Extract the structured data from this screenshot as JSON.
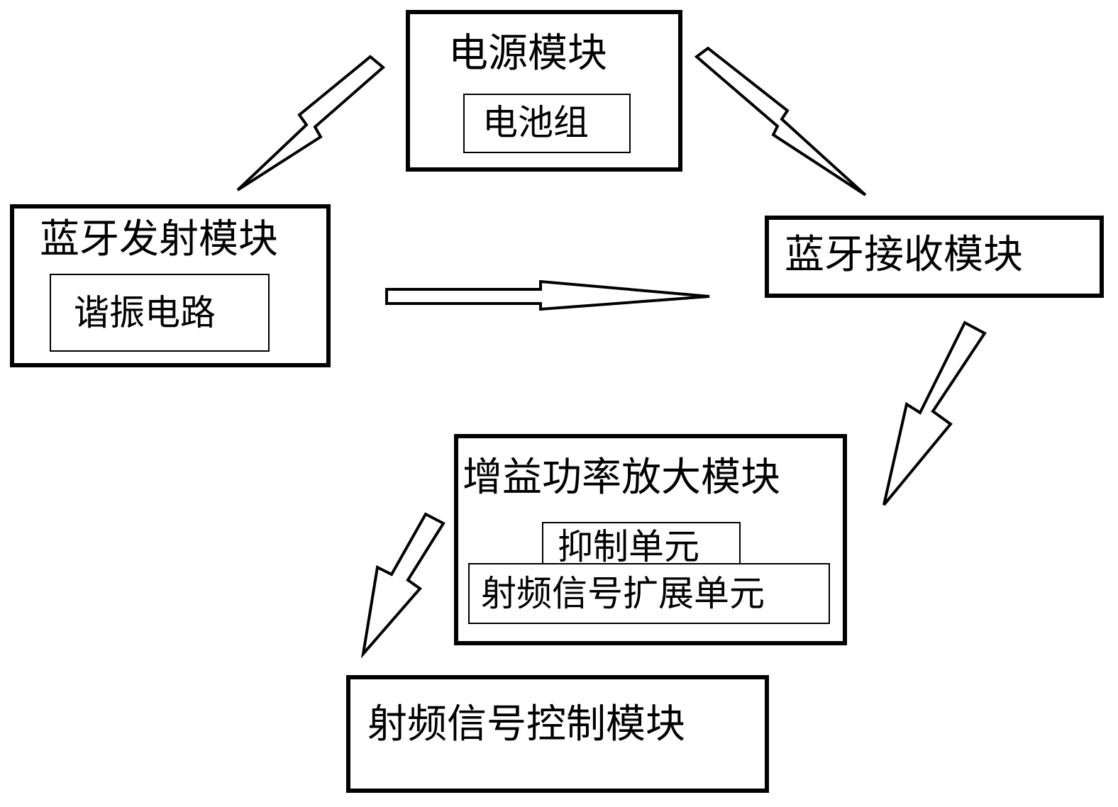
{
  "modules": {
    "power": {
      "title": "电源模块",
      "unit": "电池组"
    },
    "bt_tx": {
      "title": "蓝牙发射模块",
      "unit": "谐振电路"
    },
    "bt_rx": {
      "title": "蓝牙接收模块"
    },
    "gain_amp": {
      "title": "增益功率放大模块",
      "units": [
        "抑制单元",
        "射频信号扩展单元"
      ]
    },
    "rf_control": {
      "title": "射频信号控制模块"
    }
  },
  "connections": [
    {
      "from": "电源模块",
      "to": "蓝牙发射模块"
    },
    {
      "from": "电源模块",
      "to": "蓝牙接收模块"
    },
    {
      "from": "蓝牙发射模块",
      "to": "蓝牙接收模块"
    },
    {
      "from": "蓝牙接收模块",
      "to": "增益功率放大模块"
    },
    {
      "from": "增益功率放大模块",
      "to": "射频信号控制模块"
    }
  ],
  "colors": {
    "stroke": "#000000",
    "background": "#ffffff"
  }
}
